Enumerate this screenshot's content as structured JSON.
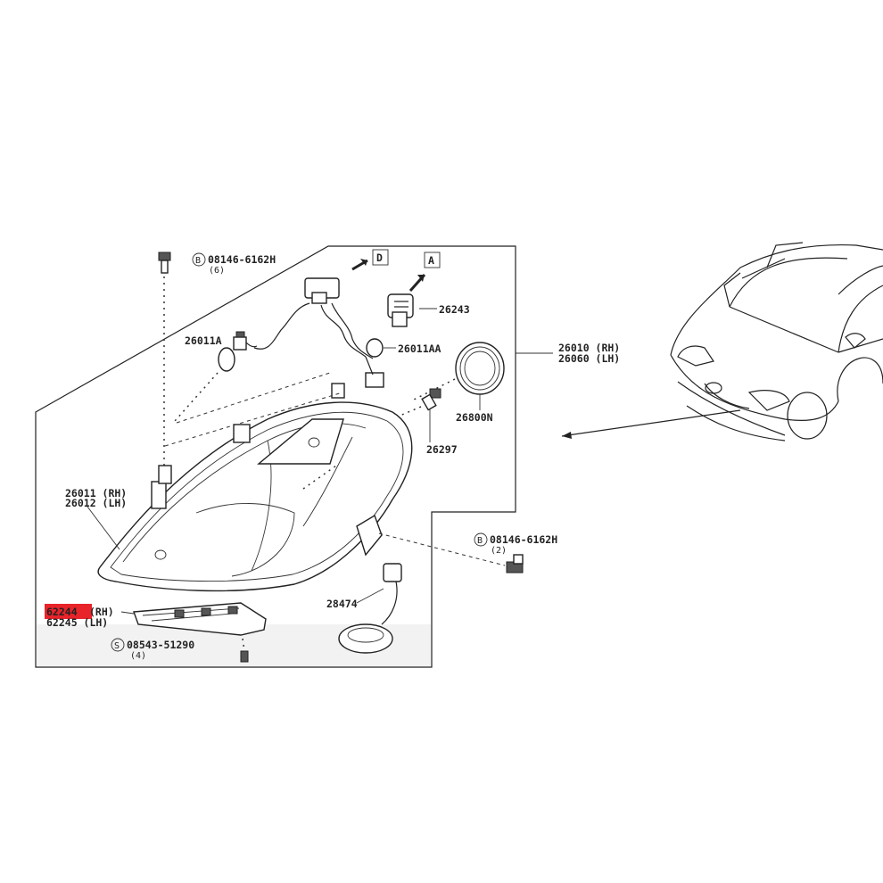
{
  "labels": {
    "bolt_top_code": "08146-6162H",
    "bolt_top_qty": "(6)",
    "bolt_top_symbol": "B",
    "view_d": "D",
    "view_a": "A",
    "p26243": "26243",
    "p26011a": "26011A",
    "p26011aa": "26011AA",
    "assembly_rh": "26010 (RH)",
    "assembly_lh": "26060 (LH)",
    "p26800n": "26800N",
    "p26297": "26297",
    "housing_rh": "26011 (RH)",
    "housing_lh": "26012 (LH)",
    "bolt_right_code": "08146-6162H",
    "bolt_right_qty": "(2)",
    "bolt_right_symbol": "B",
    "p28474": "28474",
    "bracket_rh_code": "62244",
    "bracket_rh_side": "(RH)",
    "bracket_lh": "62245 (LH)",
    "screw_code": "08543-51290",
    "screw_qty": "(4)",
    "screw_symbol": "S"
  },
  "colors": {
    "highlight": "#e8232a",
    "line": "#222222"
  }
}
